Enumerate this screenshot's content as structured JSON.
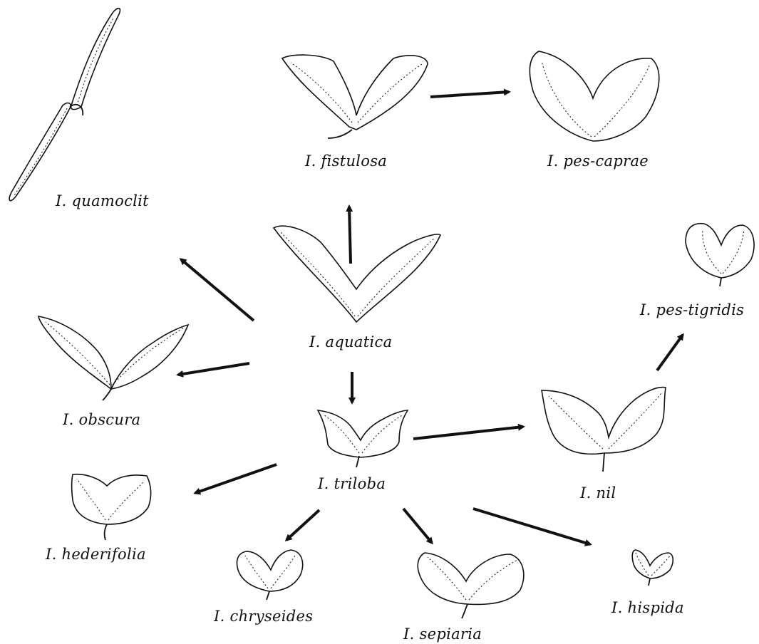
{
  "species": {
    "quamoclit": "I. quamoclit",
    "fistulosa": "I. fistulosa",
    "pes_caprae": "I. pes-caprae",
    "aquatica": "I. aquatica",
    "pes_tigridis": "I. pes-tigridis",
    "obscura": "I. obscura",
    "triloba": "I. triloba",
    "nil": "I. nil",
    "hederifolia": "I. hederifolia",
    "chryseides": "I. chryseides",
    "sepiaria": "I. sepiaria",
    "hispida": "I. hispida"
  },
  "colors": {
    "ink": "#111111",
    "background": "#ffffff"
  }
}
